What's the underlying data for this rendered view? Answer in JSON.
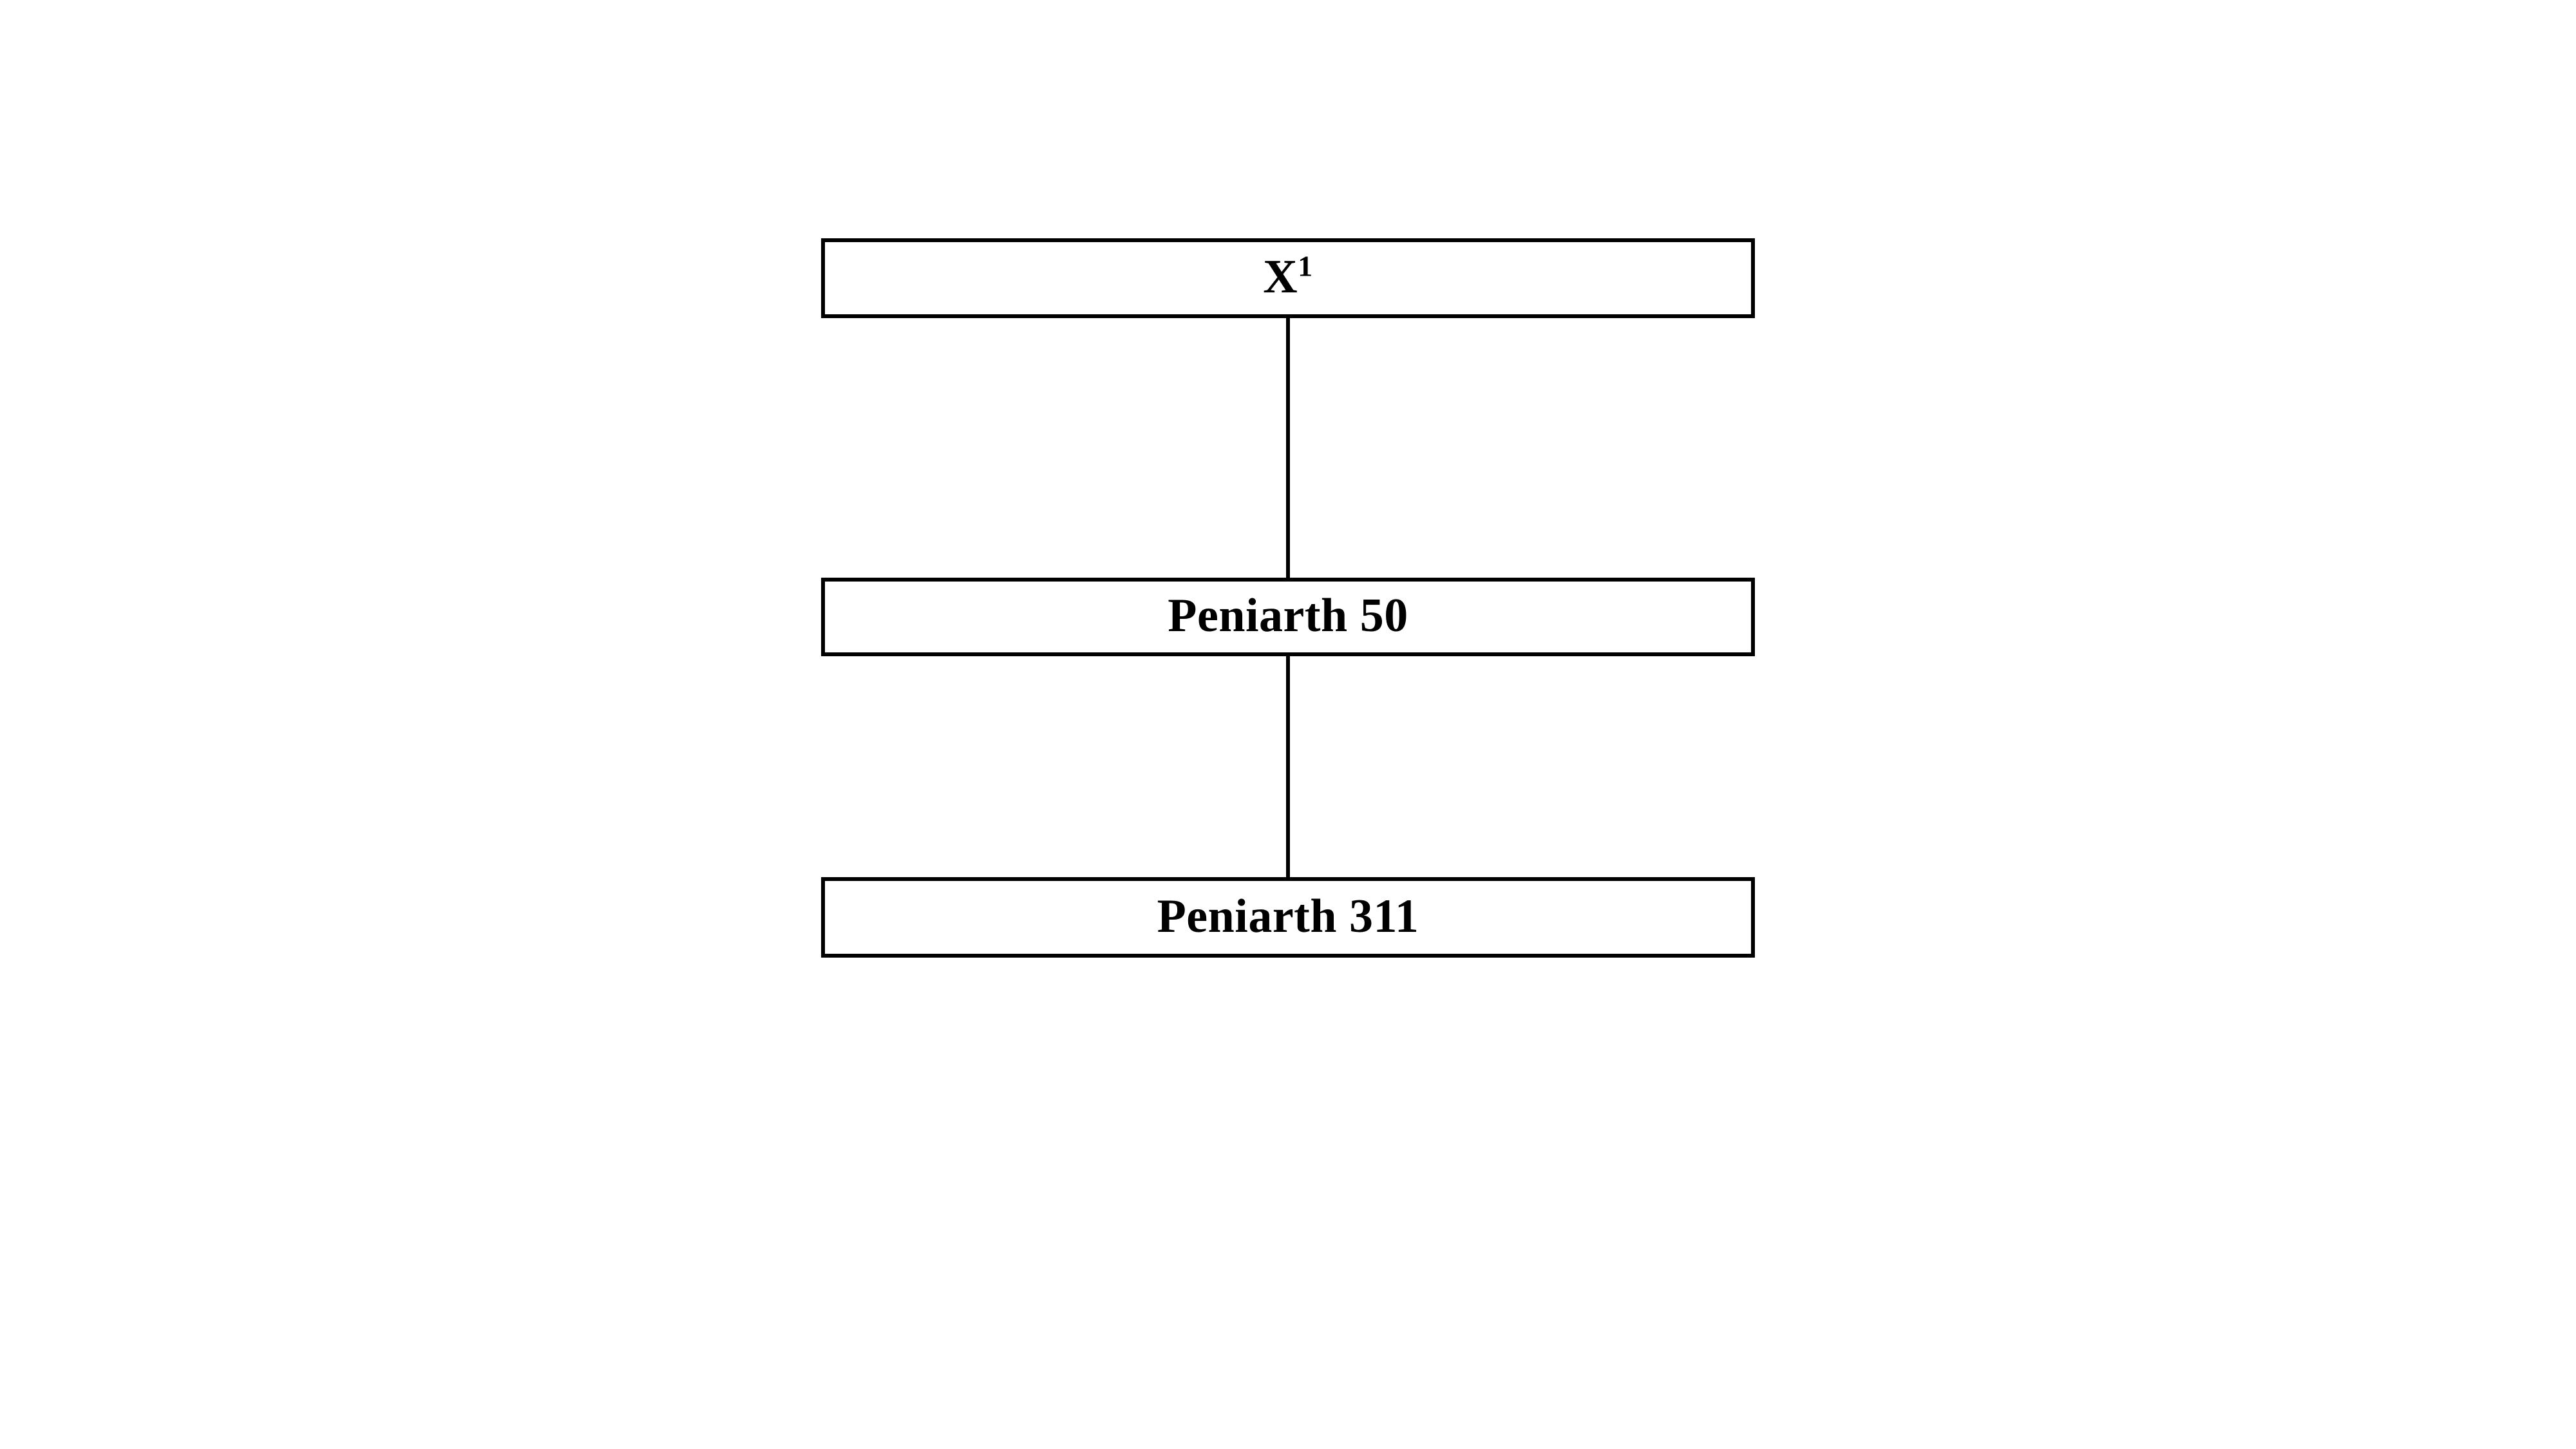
{
  "diagram": {
    "type": "stemma-tree",
    "orientation": "vertical",
    "background_color": "#ffffff",
    "line_color": "#000000",
    "text_color": "#000000",
    "nodes": [
      {
        "id": "root",
        "label_base": "X",
        "label_superscript": "1",
        "label_plain": "X1",
        "level": 0
      },
      {
        "id": "mid",
        "label_base": "Peniarth 50",
        "label_superscript": "",
        "label_plain": "Peniarth 50",
        "level": 1
      },
      {
        "id": "leaf",
        "label_base": "Peniarth 311",
        "label_superscript": "",
        "label_plain": "Peniarth 311",
        "level": 2
      }
    ],
    "edges": [
      {
        "id": "root-mid",
        "from": "root",
        "to": "mid"
      },
      {
        "id": "mid-leaf",
        "from": "mid",
        "to": "leaf"
      }
    ]
  }
}
